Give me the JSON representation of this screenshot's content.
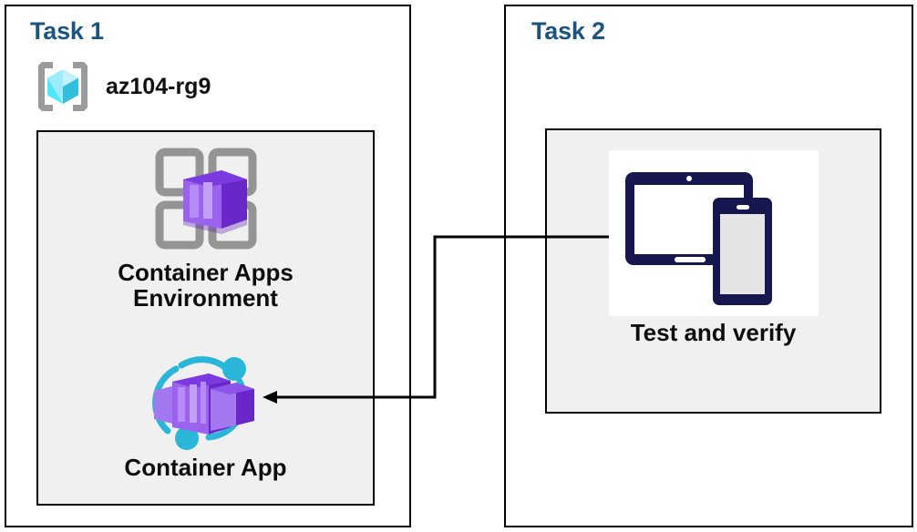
{
  "diagram": {
    "title": "Azure Container Apps task diagram",
    "colors": {
      "task_title": "#1b5480",
      "panel_border": "#000000",
      "panel_fill": "#f0f0f0",
      "container_purple": "#6b2fd4",
      "container_purple_light": "#a277ef",
      "accent_cyan": "#29b6d8",
      "rg_bracket_gray": "#9b9b9b",
      "rg_cube_blue": "#50e6ff",
      "device_navy": "#17174f",
      "connector_black": "#000000"
    },
    "tasks": [
      {
        "id": "task1",
        "title": "Task 1",
        "resource_group": {
          "icon": "resource-group-icon",
          "label": "az104-rg9"
        },
        "nodes": [
          {
            "id": "container-apps-environment",
            "icon": "container-apps-environment-icon",
            "label": "Container Apps\nEnvironment"
          },
          {
            "id": "container-app",
            "icon": "container-app-icon",
            "label": "Container App"
          }
        ]
      },
      {
        "id": "task2",
        "title": "Task 2",
        "nodes": [
          {
            "id": "test-and-verify",
            "icon": "test-and-verify-devices-icon",
            "label": "Test and verify"
          }
        ]
      }
    ],
    "connector": {
      "id": "test-to-container-app-arrow",
      "from": "test-and-verify",
      "to": "container-app",
      "arrowhead": "left"
    }
  }
}
